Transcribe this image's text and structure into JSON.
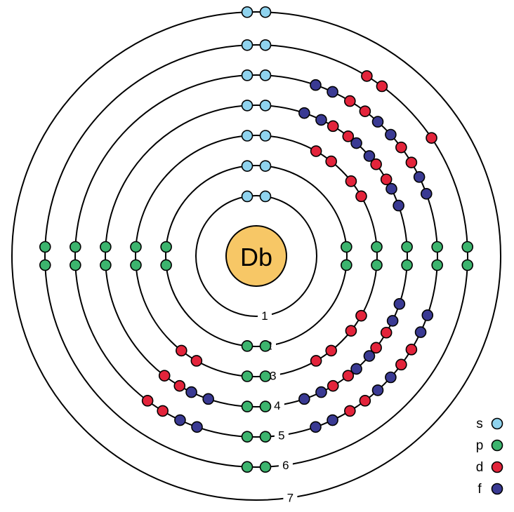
{
  "nucleus": {
    "symbol": "Db",
    "color": "#f7c766"
  },
  "shells": [
    {
      "label": "1",
      "s": 2,
      "p": 0,
      "d": 0,
      "f": 0
    },
    {
      "label": "2",
      "s": 2,
      "p": 6,
      "d": 0,
      "f": 0
    },
    {
      "label": "3",
      "s": 2,
      "p": 6,
      "d": 10,
      "f": 0
    },
    {
      "label": "4",
      "s": 2,
      "p": 6,
      "d": 10,
      "f": 14
    },
    {
      "label": "5",
      "s": 2,
      "p": 6,
      "d": 10,
      "f": 14
    },
    {
      "label": "6",
      "s": 2,
      "p": 6,
      "d": 3,
      "f": 0
    },
    {
      "label": "7",
      "s": 2,
      "p": 0,
      "d": 0,
      "f": 0
    }
  ],
  "legend": [
    {
      "key": "s",
      "label": "s",
      "color": "#8fd3ee"
    },
    {
      "key": "p",
      "label": "p",
      "color": "#3cb46e"
    },
    {
      "key": "d",
      "label": "d",
      "color": "#e3243b"
    },
    {
      "key": "f",
      "label": "f",
      "color": "#3a3a93"
    }
  ]
}
